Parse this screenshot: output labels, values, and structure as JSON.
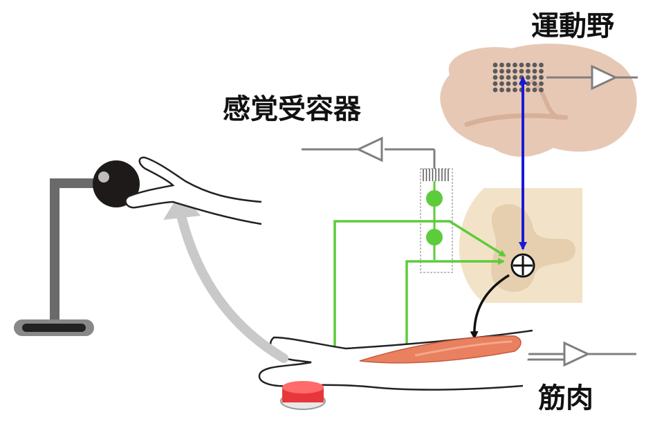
{
  "labels": {
    "motor_cortex": "運動野",
    "sensory_receptor": "感覚受容器",
    "muscle": "筋肉"
  },
  "colors": {
    "brain": "#e7c8b5",
    "brain_fold": "#d8b09a",
    "spinal_cord": "#f2e3c8",
    "spinal_gray": "#e6cfae",
    "electrode_dots": "#5a5a5a",
    "neural_pathway": "#5dcc3a",
    "cortical_pathway": "#1a1ad6",
    "feedback_arrow": "#c9c9c9",
    "muscle": "#e9805f",
    "button": "#e8373a",
    "device": "#666666",
    "signal_line": "#7f7f7f"
  },
  "icons": {
    "summing_junction": "circle-plus-icon",
    "signal_output": "triangle-arrow-icon"
  }
}
